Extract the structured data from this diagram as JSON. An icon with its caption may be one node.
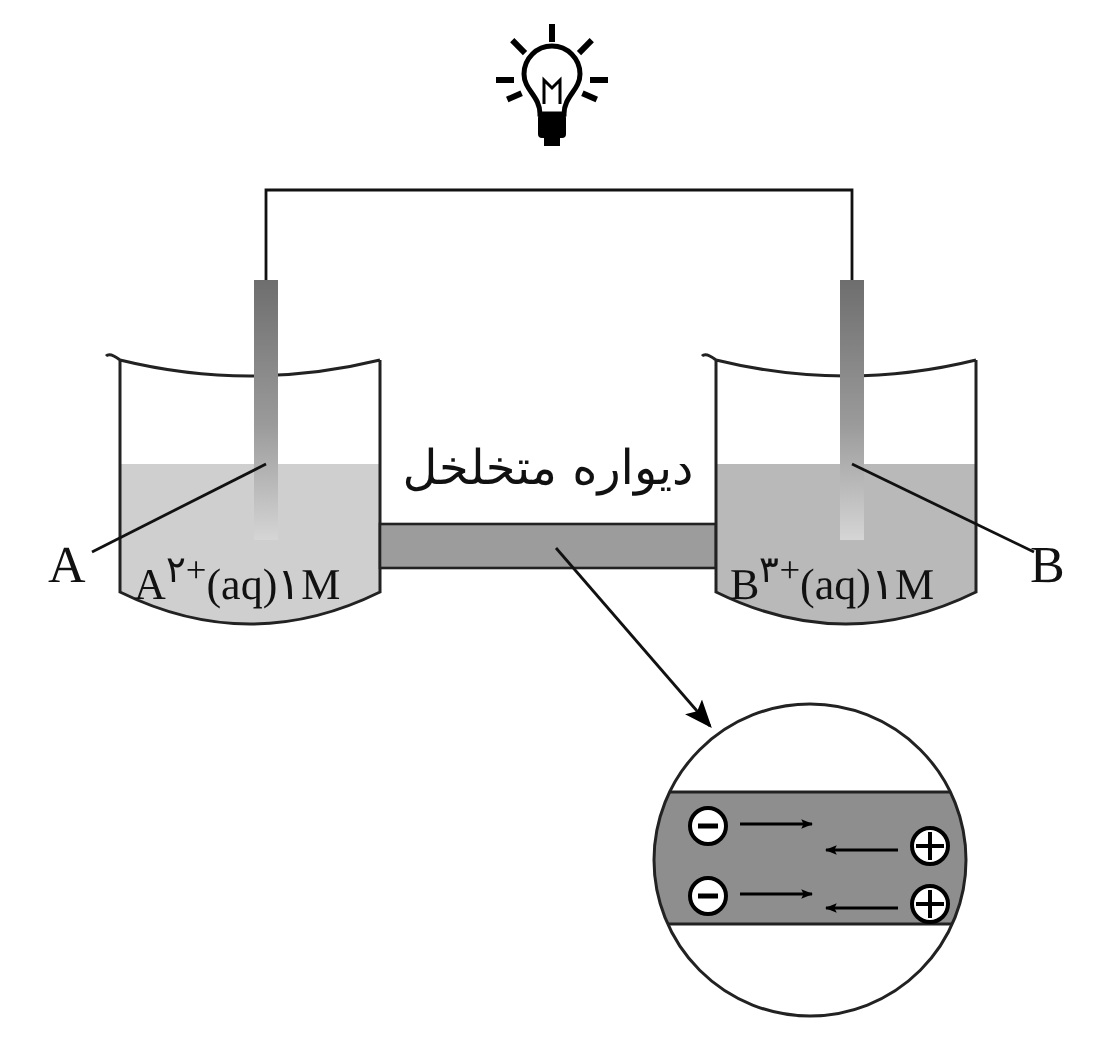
{
  "diagram": {
    "nodes": [
      {
        "text": [],
        "shape": "lamp"
      },
      {
        "text": [
          "A"
        ]
      },
      {
        "text": [
          "A$^{۲+}$(aq)۱M"
        ]
      },
      {
        "text": [],
        "shape": "bar"
      },
      {
        "text": [
          "دیواره متخلخل"
        ]
      },
      {
        "text": [
          "B$^{۳+}$(aq)۱M"
        ]
      },
      {
        "text": [],
        "shape": "bar"
      },
      {
        "text": [
          "B"
        ]
      },
      {
        "text": [],
        "shape": "circle"
      }
    ],
    "edges": [
      {
        "from": 0,
        "to": 3,
        "arrow": "none"
      },
      {
        "from": 0,
        "to": 6,
        "arrow": "none"
      },
      {
        "from": 1,
        "to": 3,
        "arrow": "none"
      },
      {
        "from": 7,
        "to": 6,
        "arrow": "none"
      },
      {
        "from": 4,
        "to": 8,
        "arrow": "to"
      }
    ]
  }
}
